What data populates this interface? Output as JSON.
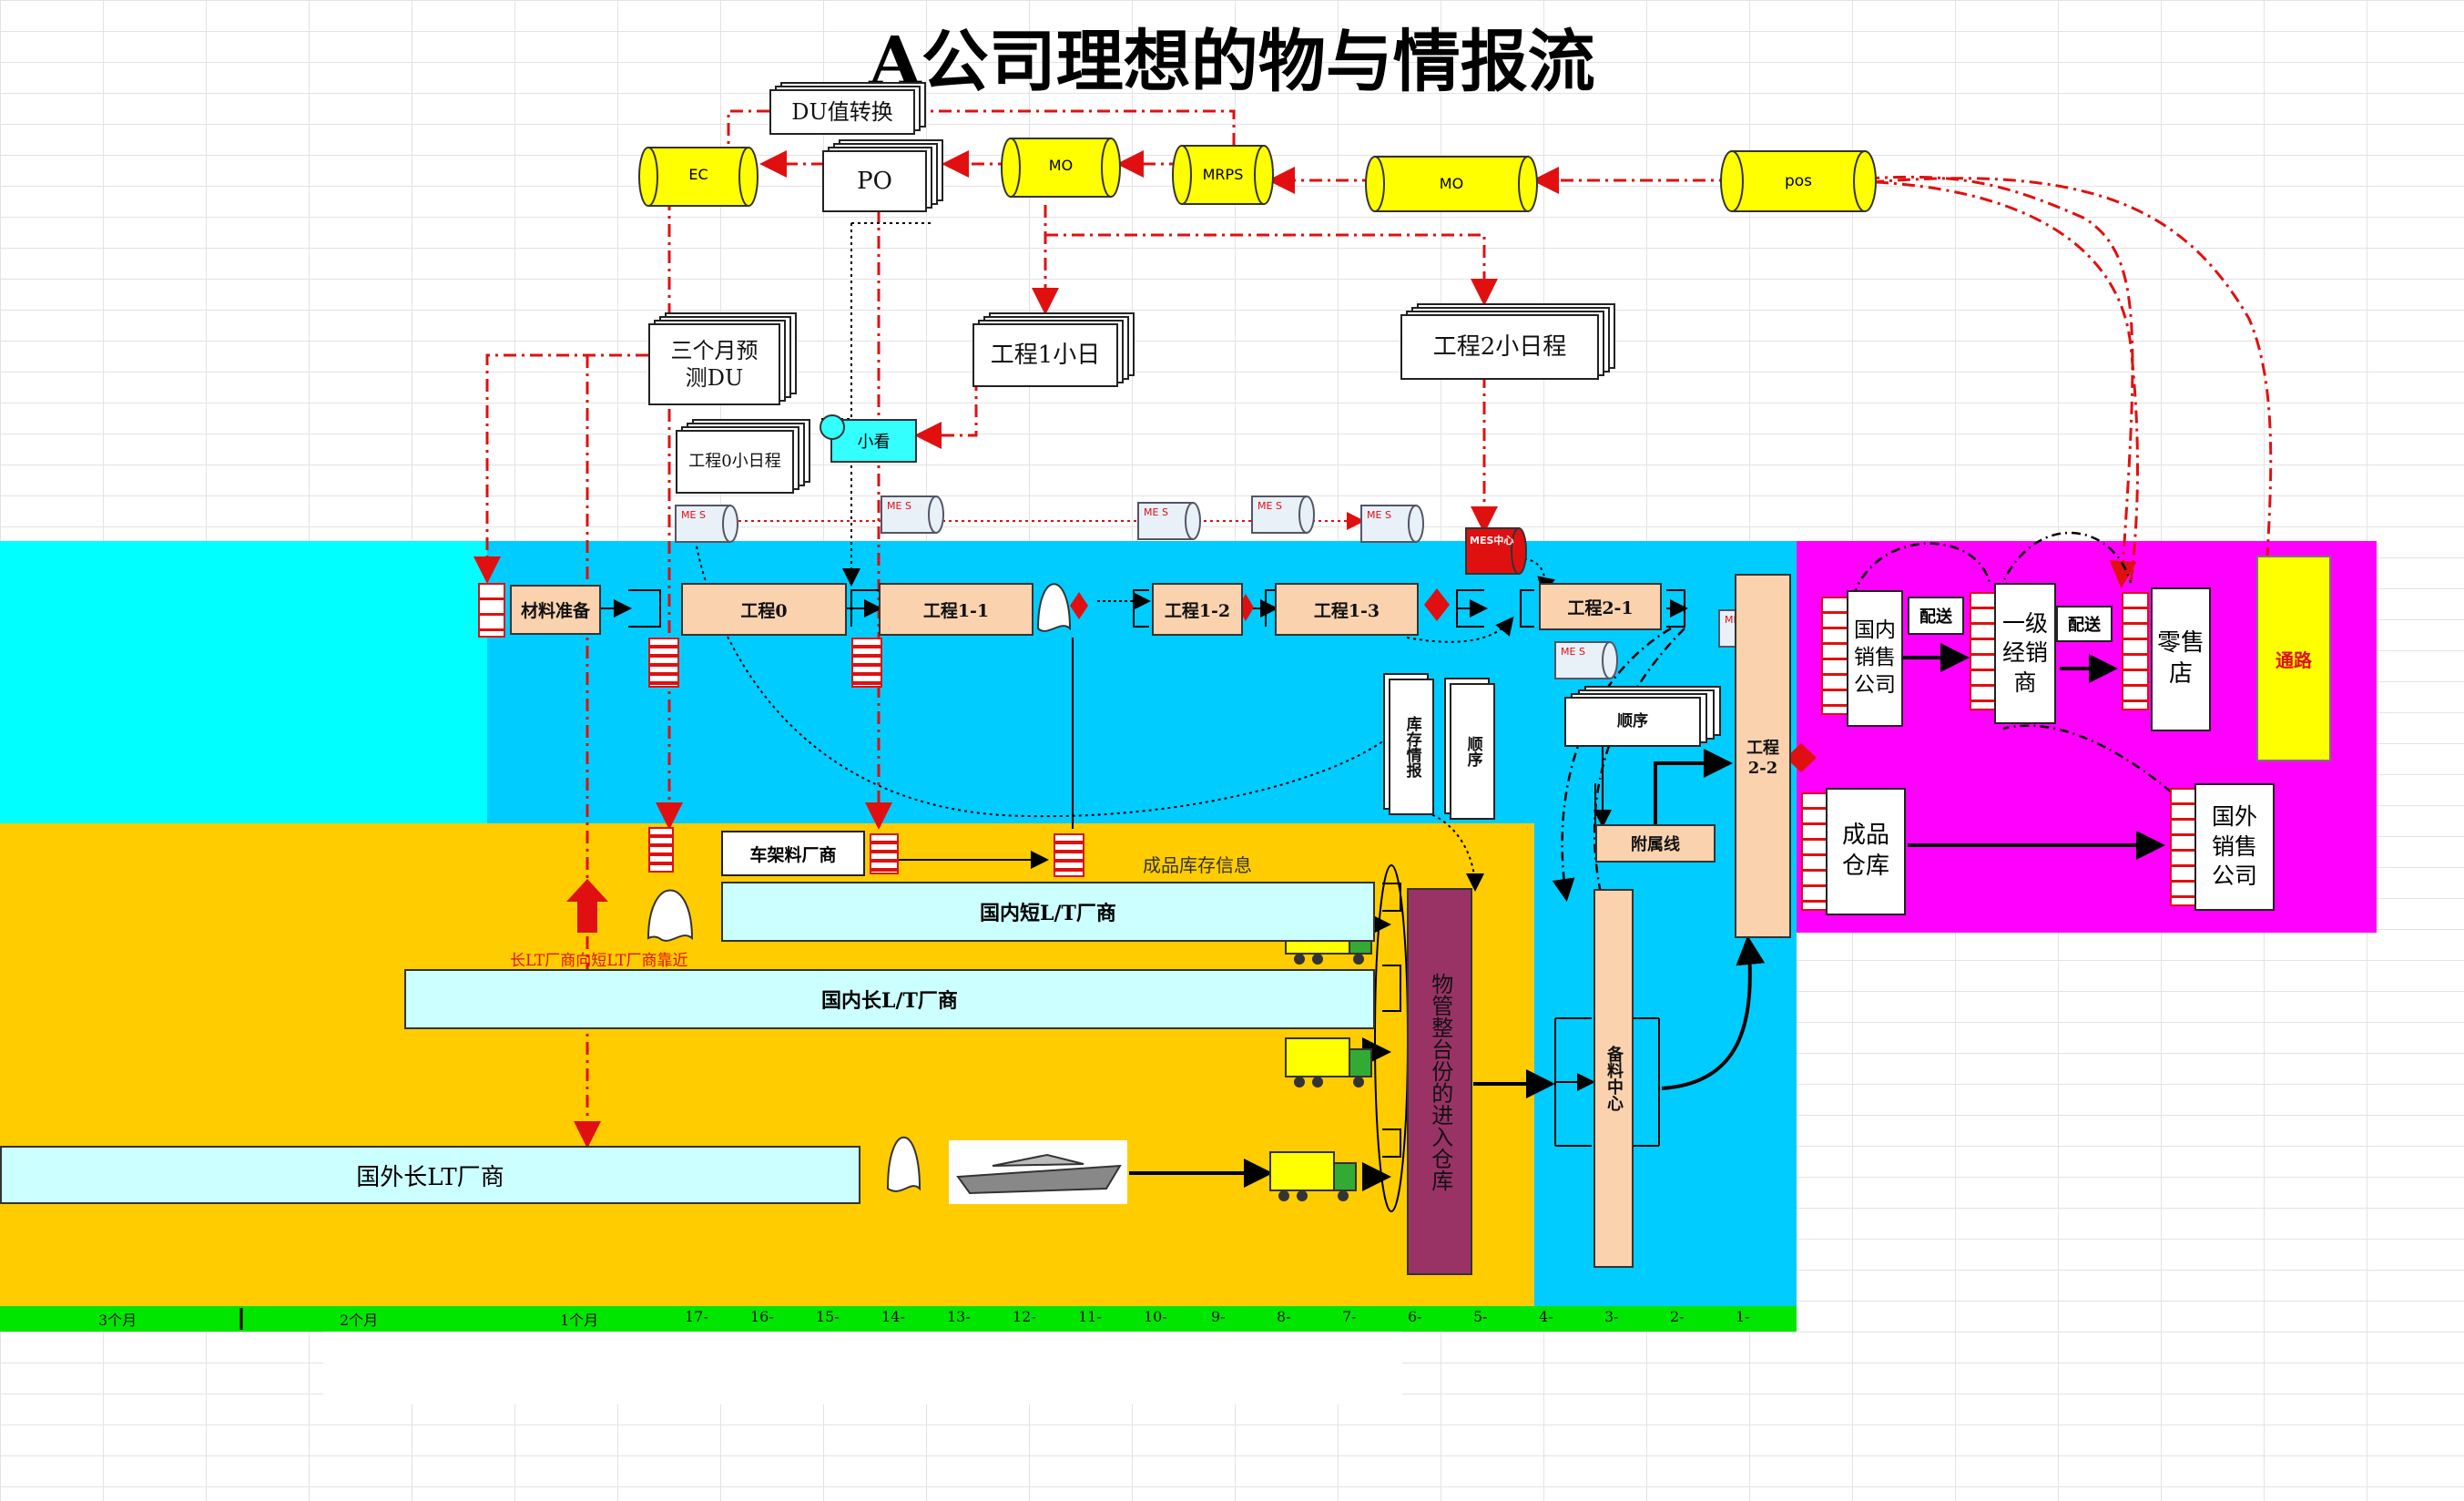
{
  "title": "A公司理想的物与情报流",
  "colors": {
    "cyan_band": "#00ffff",
    "blue_band": "#00ccff",
    "orange_band": "#ffcc00",
    "magenta_band": "#ff00ff",
    "timeline": "#00e600",
    "process_fill": "#fad2ae",
    "vendor_fill": "#ccffff",
    "warehouse_fill": "#993366",
    "db_fill": "#ffff00",
    "red_line": "#e01010"
  },
  "info": {
    "du_convert": "DU值转换",
    "ec": "EC",
    "po": "PO",
    "mo1": "MO",
    "mrps": "MRPS",
    "mo2": "MO",
    "pos": "pos",
    "forecast_line1": "三个月预",
    "forecast_line2": "测DU",
    "schedule1": "工程1小日",
    "schedule2": "工程2小日程",
    "schedule0": "工程0小日程",
    "small_kanban": "小看",
    "mes": "ME S",
    "mes_center": "MES中心"
  },
  "process": {
    "material_prep": "材料准备",
    "eng0": "工程0",
    "eng1_1": "工程1-1",
    "eng1_2": "工程1-2",
    "eng1_3": "工程1-3",
    "eng2_1": "工程2-1",
    "eng2_2_line1": "工程",
    "eng2_2_line2": "2-2",
    "inventory_info": "库存情报",
    "sequence_v": "顺序",
    "sequence": "顺序",
    "attached_line": "附属线",
    "parts_center": "备料中心"
  },
  "vendors": {
    "frame_vendor": "车架料厂商",
    "finished_stock_info": "成品库存信息",
    "domestic_short": "国内短L/T厂商",
    "domestic_long": "国内长L/T厂商",
    "foreign_long": "国外长LT厂商",
    "long_to_short_note": "长LT厂商向短LT厂商靠近",
    "warehouse": "物管整台份的进入仓库"
  },
  "sales": {
    "domestic_sales_line1": "国内",
    "domestic_sales_line2": "销售",
    "domestic_sales_line3": "公司",
    "delivery1": "配送",
    "distributor_line1": "一级",
    "distributor_line2": "经销",
    "distributor_line3": "商",
    "delivery2": "配送",
    "retail_line1": "零售",
    "retail_line2": "店",
    "channel": "通路",
    "finished_line1": "成品",
    "finished_line2": "仓库",
    "foreign_sales_line1": "国外",
    "foreign_sales_line2": "销售",
    "foreign_sales_line3": "公司"
  },
  "timeline": {
    "labels": [
      "3个月",
      "2个月",
      "1个月",
      "17-",
      "16-",
      "15-",
      "14-",
      "13-",
      "12-",
      "11-",
      "10-",
      "9-",
      "8-",
      "7-",
      "6-",
      "5-",
      "4-",
      "3-",
      "2-",
      "1-"
    ]
  }
}
